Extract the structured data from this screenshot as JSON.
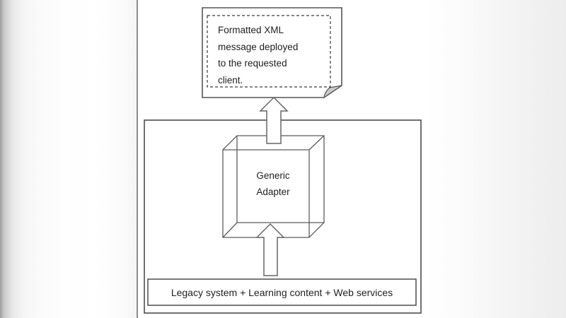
{
  "note": {
    "lines": [
      "Formatted XML",
      "message deployed",
      "to the requested",
      "client."
    ]
  },
  "adapter": {
    "lines": [
      "Generic",
      "Adapter"
    ]
  },
  "legacy": {
    "label": "Legacy system + Learning content + Web services"
  },
  "colors": {
    "diagram_line": "#5a5a5a",
    "text": "#1f1f1f",
    "fold_fill": "#c9c9c9",
    "page_edge": "#8b8b8b"
  }
}
